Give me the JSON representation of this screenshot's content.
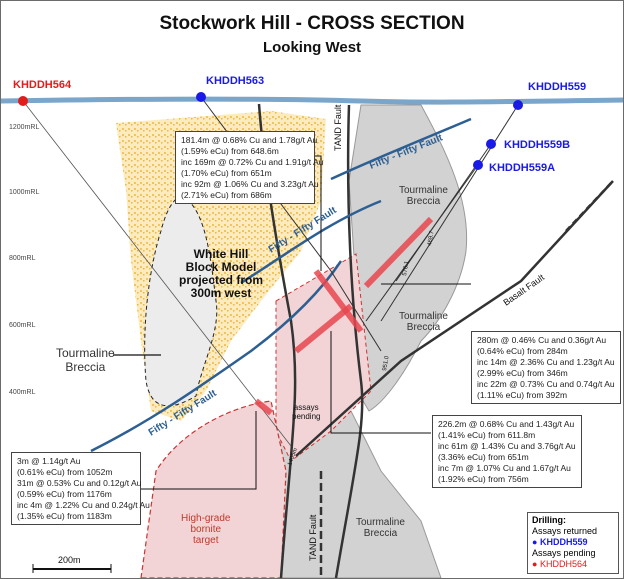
{
  "title": "Stockwork Hill  - CROSS SECTION",
  "subtitle": "Looking West",
  "drillholes": [
    "KHDDH564",
    "KHDDH563",
    "KHDDH559",
    "KHDDH559B",
    "KHDDH559A"
  ],
  "elevations": [
    "1200mRL",
    "1000mRL",
    "800mRL",
    "600mRL",
    "400mRL"
  ],
  "faults": {
    "fifty1": "Fifty - Fifty Fault",
    "fifty2": "Fifty - Fifty Fault",
    "fifty3": "Fifty - Fifty Fault",
    "tand1": "TAND Fault",
    "tand2": "TAND Fault",
    "basalt": "Basalt Fault"
  },
  "units": {
    "breccia_top_l1": "Tourmaline",
    "breccia_top_l2": "Breccia",
    "breccia_mid_l1": "Tourmaline",
    "breccia_mid_l2": "Breccia",
    "breccia_low_l1": "Tourmaline",
    "breccia_low_l2": "Breccia",
    "breccia_left_l1": "Tourmaline",
    "breccia_left_l2": "Breccia",
    "model_l1": "White Hill",
    "model_l2": "Block Model",
    "model_l3": "projected from",
    "model_l4": "300m west",
    "target_l1": "High-grade",
    "target_l2": "bornite",
    "target_l3": "target",
    "pending_l1": "assays",
    "pending_l2": "pending"
  },
  "depth_marks": [
    "469.7",
    "576.1",
    "951.0",
    "1405m"
  ],
  "box1": [
    "181.4m @ 0.68% Cu and 1.78g/t Au",
    "(1.59% eCu) from 648.6m",
    "inc 169m @ 0.72% Cu and 1.91g/t Au",
    "(1.70% eCu) from 651m",
    "inc 92m @ 1.06% Cu and 3.23g/t Au",
    "(2.71% eCu) from 686m"
  ],
  "box2": [
    "280m @ 0.46% Cu and 0.36g/t Au",
    "(0.64% eCu) from 284m",
    "inc 14m @ 2.36% Cu and 1.23g/t Au",
    "(2.99% eCu) from 346m",
    "inc 22m @ 0.73% Cu and 0.74g/t Au",
    "(1.11% eCu) from 392m"
  ],
  "box3": [
    "226.2m @ 0.68% Cu and 1.43g/t Au",
    "(1.41% eCu) from 611.8m",
    "inc 61m @ 1.43% Cu and 3.76g/t Au",
    "(3.36% eCu) from 651m",
    "inc 7m @ 1.07% Cu and 1.67g/t Au",
    "(1.92% eCu) from 756m"
  ],
  "box4": [
    "3m @ 1.14g/t Au",
    "(0.61% eCu) from 1052m",
    "31m @ 0.53% Cu and 0.12g/t Au",
    "(0.59% eCu) from 1176m",
    "inc 4m @ 1.22% Cu and 0.24g/t Au",
    "(1.35% eCu) from 1183m"
  ],
  "scale": "200m",
  "legend": {
    "heading": "Drilling:",
    "returned": "Assays returned",
    "hole_returned": "KHDDH559",
    "pending": "Assays pending",
    "hole_pending": "KHDDH564"
  },
  "colors": {
    "blue_hole": "#1a1ae6",
    "red_hole": "#e41b1b",
    "fault_blue": "#2d5f93",
    "breccia": "#cfcfcf",
    "pink_zone": "#f2d4d6",
    "model_yellow": "#f2c65a",
    "intercept_red": "#e8484f"
  }
}
